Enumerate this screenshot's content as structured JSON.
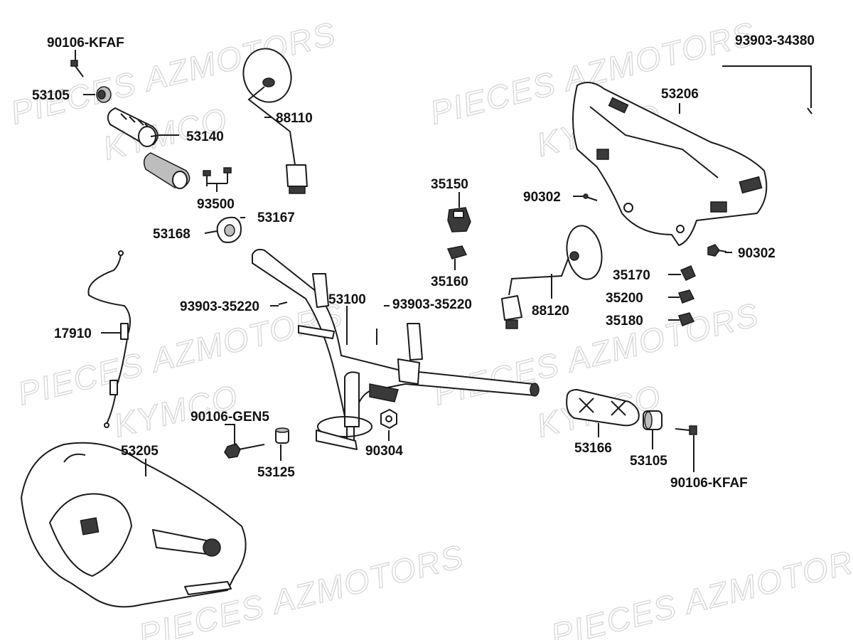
{
  "watermark": {
    "line1": "PIECES AZMOTORS",
    "line2": "KYMCO"
  },
  "labels": {
    "p90106_kfaf_top": "90106-KFAF",
    "p53105_top": "53105",
    "p53140": "53140",
    "p88110": "88110",
    "p93500": "93500",
    "p53167": "53167",
    "p53168": "53168",
    "p35150": "35150",
    "p35160": "35160",
    "p93903_34380": "93903-34380",
    "p53206": "53206",
    "p90302_a": "90302",
    "p90302_b": "90302",
    "p35170": "35170",
    "p35200": "35200",
    "p35180": "35180",
    "p88120": "88120",
    "p93903_35220_left": "93903-35220",
    "p53100": "53100",
    "p93903_35220_right": "93903-35220",
    "p17910": "17910",
    "p90106_gen5": "90106-GEN5",
    "p53125": "53125",
    "p53205": "53205",
    "p90304": "90304",
    "p53166": "53166",
    "p53105_bottom": "53105",
    "p90106_kfaf_bottom": "90106-KFAF"
  }
}
